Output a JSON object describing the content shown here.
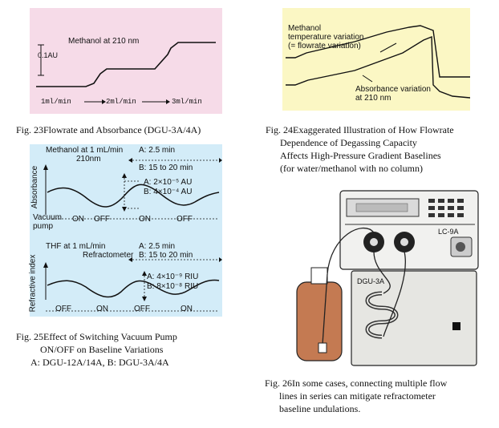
{
  "fig23": {
    "bg_color": "#f6dbe8",
    "scale_label": "0.1AU",
    "title": "Methanol at 210 nm",
    "flow_labels": [
      "1ml/min",
      "2ml/min",
      "3ml/min"
    ],
    "caption": "Fig. 23Flowrate and Absorbance (DGU-3A/4A)"
  },
  "fig24": {
    "bg_color": "#fbf7c4",
    "label_methanol": [
      "Methanol",
      "temperature variation",
      "(= flowrate variation)"
    ],
    "label_absorbance": [
      "Absorbance variation",
      "at 210 nm"
    ],
    "caption_lines": [
      "Fig. 24Exaggerated Illustration of How Flowrate",
      "Dependence of Degassing Capacity",
      "Affects High-Pressure Gradient Baselines",
      "(for water/methanol with no column)"
    ]
  },
  "fig25": {
    "bg_color": "#d3ecf8",
    "top": {
      "condition": "Methanol at 1 mL/min",
      "wavelength": "210nm",
      "legend_a": "A: 2.5 min",
      "legend_b": "B: 15 to 20 min",
      "ylabel": "Absorbance",
      "amp_a": "A: 2×10⁻⁵ AU",
      "amp_b": "B: 4×10⁻⁴ AU",
      "pump_label": "Vacuum pump",
      "states": [
        "ON",
        "OFF",
        "ON",
        "OFF"
      ]
    },
    "bottom": {
      "condition": "THF at 1 mL/min",
      "detector": "Refractometer",
      "legend_a": "A: 2.5 min",
      "legend_b": "B: 15 to 20 min",
      "ylabel": "Refractive index",
      "amp_a": "A: 4×10⁻⁹ RIU",
      "amp_b": "B: 8×10⁻⁸ RIU",
      "states": [
        "OFF",
        "ON",
        "OFF",
        "ON"
      ]
    },
    "caption_lines": [
      "Fig. 25Effect of Switching Vacuum Pump",
      "ON/OFF on Baseline Variations",
      "A: DGU-12A/14A, B: DGU-3A/4A"
    ]
  },
  "fig26": {
    "pump_label": "LC-9A",
    "degasser_label": "DGU-3A",
    "caption_lines": [
      "Fig. 26In some cases, connecting multiple flow",
      "lines in series can mitigate refractometer",
      "baseline undulations."
    ]
  }
}
